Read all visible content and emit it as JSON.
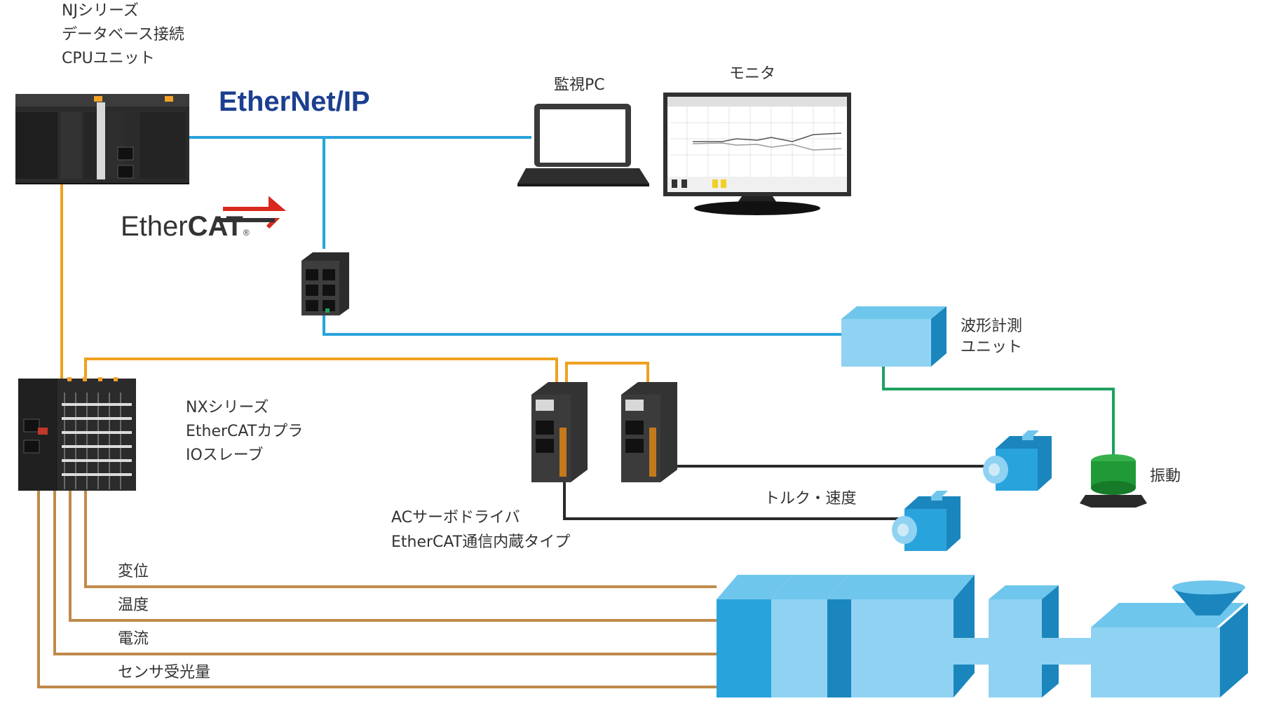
{
  "labels": {
    "nj_line1": "NJシリーズ",
    "nj_line2": "データベース接続",
    "nj_line3": "CPUユニット",
    "pc": "監視PC",
    "monitor": "モニタ",
    "wave_line1": "波形計測",
    "wave_line2": "ユニット",
    "nx_line1": "NXシリーズ",
    "nx_line2": "EtherCATカプラ",
    "nx_line3": "IOスレーブ",
    "vibration": "振動",
    "torque": "トルク・速度",
    "servo_line1": "ACサーボドライバ",
    "servo_line2": "EtherCAT通信内蔵タイプ",
    "displacement": "変位",
    "temperature": "温度",
    "current": "電流",
    "sensor": "センサ受光量"
  },
  "logos": {
    "ethernetip": "EtherNet/IP",
    "ethercat_thin": "Ether",
    "ethercat_bold": "CAT",
    "ethercat_reg": "®"
  },
  "colors": {
    "ethernet": "#29a3dc",
    "ethercat": "#f0a020",
    "sensor_wire": "#c08a4a",
    "motor_wire": "#2a2a2a",
    "vibration_wire": "#1fa060",
    "machine_front": "#29a3dc",
    "machine_top": "#6fc6ec",
    "machine_side": "#1b86bd",
    "logo_ethernet": "#1c3f8f",
    "logo_ethercat": "#333333",
    "logo_arrow": "#d9281c"
  },
  "icons": [
    "cpu-unit-icon",
    "laptop-icon",
    "monitor-icon",
    "switch-icon",
    "measurement-unit-icon",
    "io-slave-icon",
    "servo-drive-icon",
    "servo-motor-icon",
    "vibration-sensor-icon",
    "injection-machine-icon"
  ]
}
